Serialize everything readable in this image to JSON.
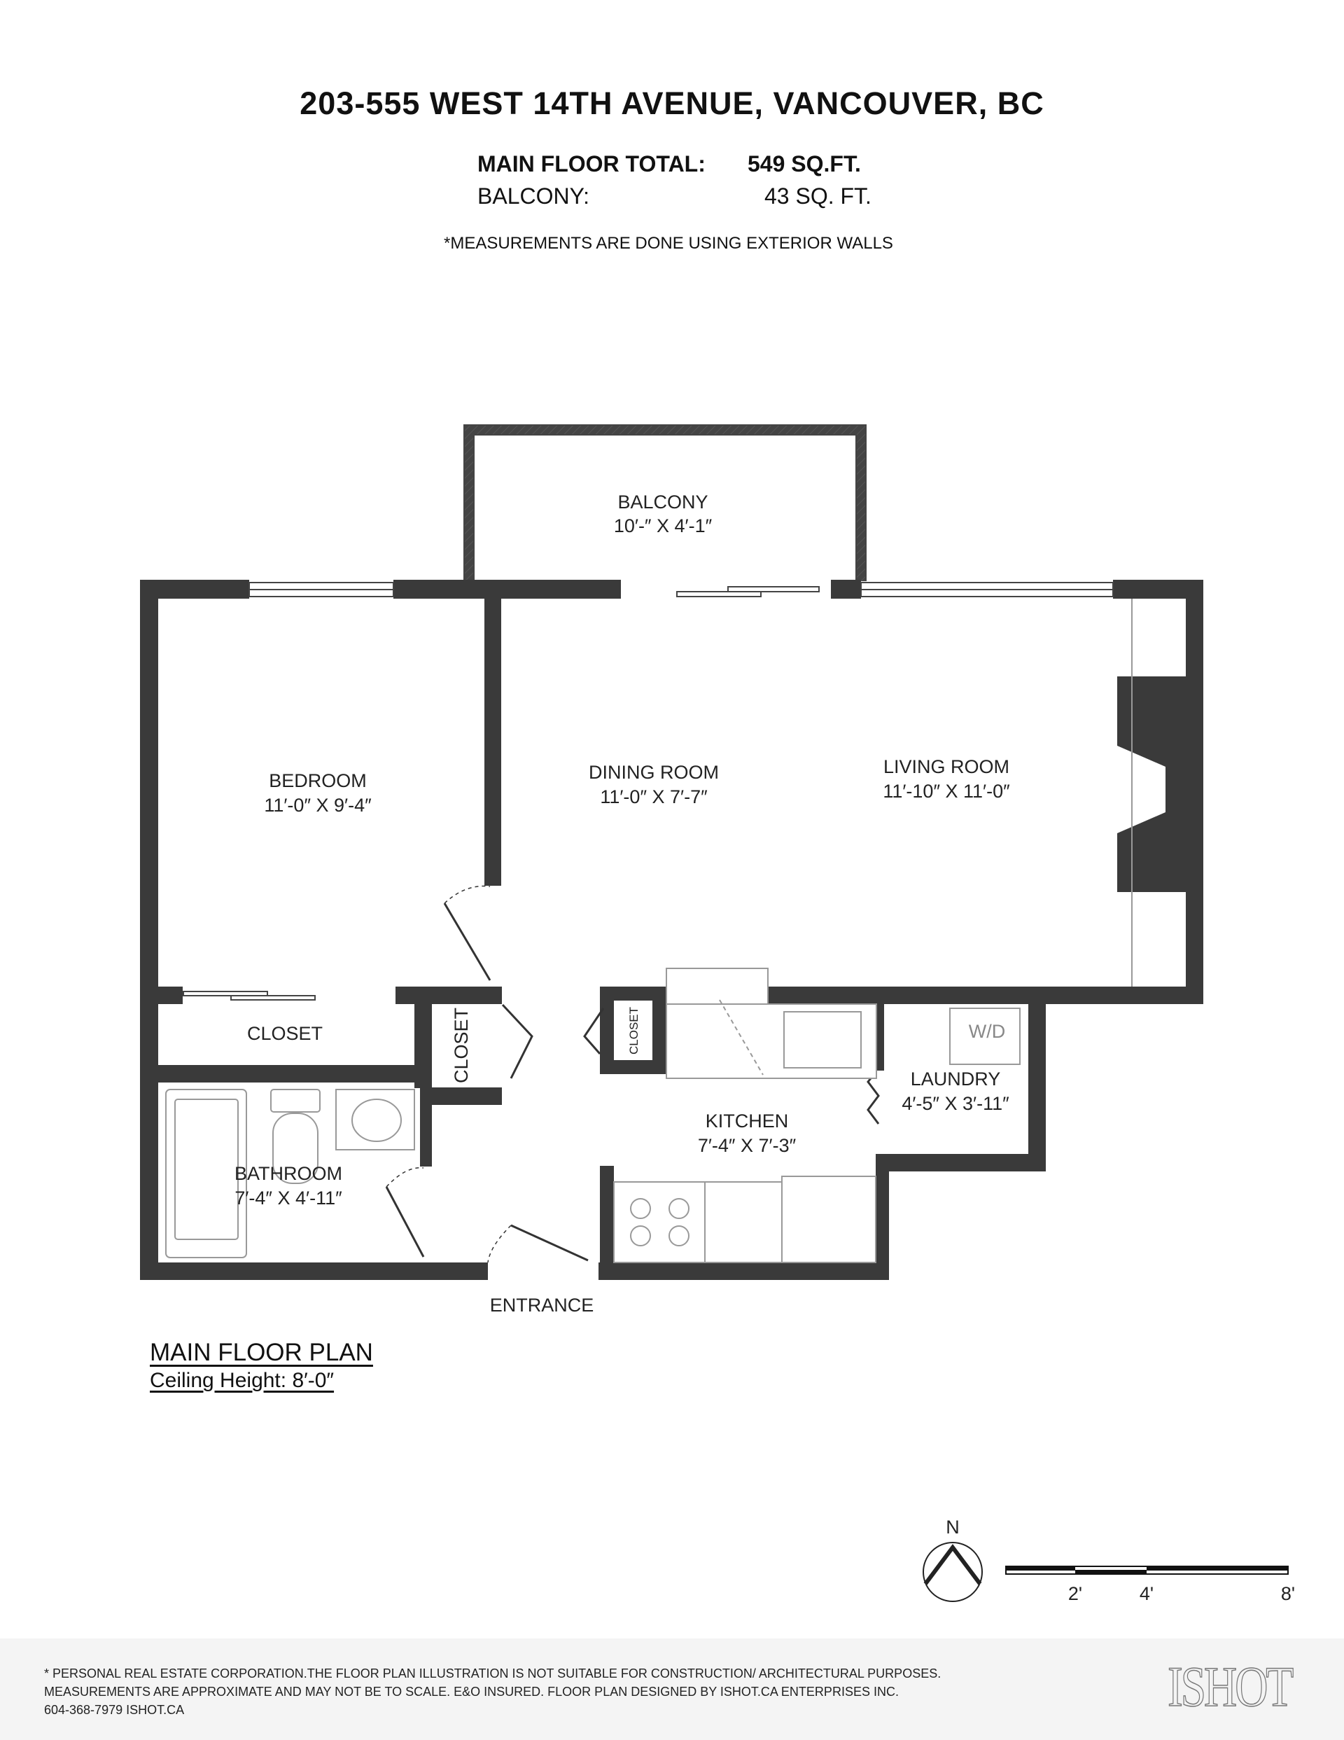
{
  "header": {
    "title": "203-555 WEST 14TH AVENUE, VANCOUVER, BC",
    "main_floor_label": "MAIN FLOOR TOTAL:",
    "main_floor_value": "549 SQ.FT.",
    "balcony_label": "BALCONY:",
    "balcony_value": "43 SQ. FT.",
    "note": "*MEASUREMENTS ARE DONE USING EXTERIOR WALLS"
  },
  "rooms": {
    "balcony": {
      "name": "BALCONY",
      "dims": "10′-″ X 4′-1″"
    },
    "bedroom": {
      "name": "BEDROOM",
      "dims": "11′-0″ X 9′-4″"
    },
    "dining": {
      "name": "DINING ROOM",
      "dims": "11′-0″ X 7′-7″"
    },
    "living": {
      "name": "LIVING ROOM",
      "dims": "11′-10″ X 11′-0″"
    },
    "closet_bedroom": {
      "name": "CLOSET"
    },
    "closet_hall": {
      "name": "CLOSET"
    },
    "closet_small": {
      "name": "CLOSET"
    },
    "washer_dryer": {
      "name": "W/D"
    },
    "laundry": {
      "name": "LAUNDRY",
      "dims": "4′-5″ X 3′-11″"
    },
    "kitchen": {
      "name": "KITCHEN",
      "dims": "7′-4″ X 7′-3″"
    },
    "bathroom": {
      "name": "BATHROOM",
      "dims": "7′-4″ X 4′-11″"
    },
    "entrance": {
      "name": "ENTRANCE"
    }
  },
  "plan": {
    "title": "MAIN FLOOR PLAN",
    "ceiling": "Ceiling Height: 8′-0″"
  },
  "compass": {
    "north": "N"
  },
  "scale": {
    "labels": [
      "2'",
      "4'",
      "8'"
    ]
  },
  "footer": {
    "line1": "* PERSONAL REAL ESTATE CORPORATION.THE FLOOR PLAN ILLUSTRATION IS NOT SUITABLE FOR CONSTRUCTION/ ARCHITECTURAL PURPOSES.",
    "line2": "MEASUREMENTS ARE APPROXIMATE AND MAY NOT BE TO SCALE. E&O INSURED. FLOOR PLAN DESIGNED BY ISHOT.CA ENTERPRISES INC.",
    "line3": "604-368-7979  ISHOT.CA",
    "logo": "ISHOT"
  },
  "colors": {
    "wall": "#3a3a3a",
    "footer_bg": "#f4f4f4"
  }
}
